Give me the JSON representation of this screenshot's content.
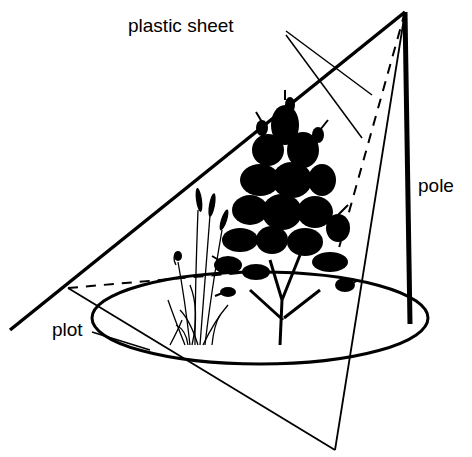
{
  "diagram": {
    "labels": [
      "plastic sheet",
      "pole",
      "plot"
    ]
  }
}
